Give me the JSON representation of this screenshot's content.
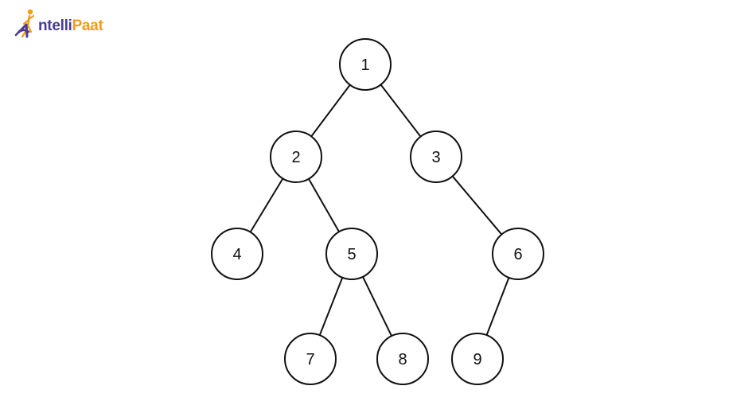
{
  "brand": {
    "name_purple": "ntelli",
    "name_orange": "Paat",
    "colors": {
      "purple": "#4b3c91",
      "orange": "#f39c12"
    },
    "icon": "runner-figure-icon"
  },
  "tree": {
    "nodes": [
      {
        "id": "n1",
        "label": "1"
      },
      {
        "id": "n2",
        "label": "2"
      },
      {
        "id": "n3",
        "label": "3"
      },
      {
        "id": "n4",
        "label": "4"
      },
      {
        "id": "n5",
        "label": "5"
      },
      {
        "id": "n6",
        "label": "6"
      },
      {
        "id": "n7",
        "label": "7"
      },
      {
        "id": "n8",
        "label": "8"
      },
      {
        "id": "n9",
        "label": "9"
      }
    ],
    "edges": [
      [
        "n1",
        "n2"
      ],
      [
        "n1",
        "n3"
      ],
      [
        "n2",
        "n4"
      ],
      [
        "n2",
        "n5"
      ],
      [
        "n3",
        "n6"
      ],
      [
        "n5",
        "n7"
      ],
      [
        "n5",
        "n8"
      ],
      [
        "n6",
        "n9"
      ]
    ],
    "colors": {
      "stroke": "#111111",
      "fill": "#ffffff",
      "text": "#111111"
    }
  }
}
